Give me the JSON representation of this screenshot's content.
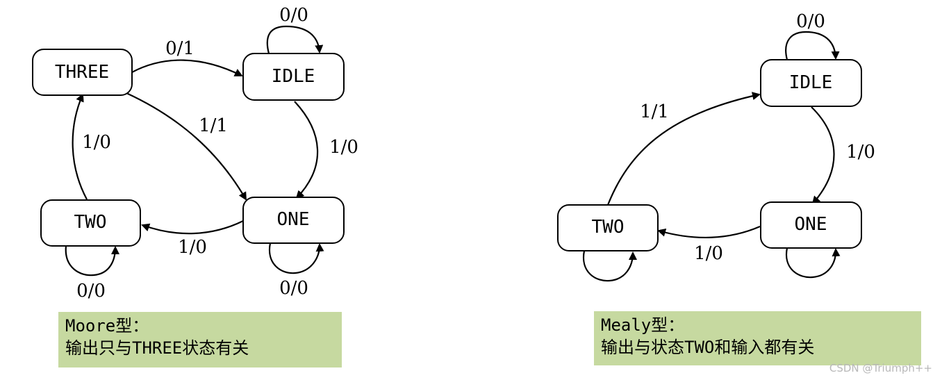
{
  "moore": {
    "states": {
      "three": "THREE",
      "idle": "IDLE",
      "one": "ONE",
      "two": "TWO"
    },
    "transitions": {
      "idle_self": "0/0",
      "three_to_idle": "0/1",
      "three_to_one": "1/1",
      "idle_to_one": "1/0",
      "two_to_three": "1/0",
      "one_to_two": "1/0",
      "two_self": "0/0",
      "one_self": "0/0"
    },
    "note": {
      "title": "Moore型：",
      "body": "输出只与THREE状态有关"
    }
  },
  "mealy": {
    "states": {
      "idle": "IDLE",
      "one": "ONE",
      "two": "TWO"
    },
    "transitions": {
      "idle_self": "0/0",
      "two_to_idle": "1/1",
      "idle_to_one": "1/0",
      "one_to_two": "1/0"
    },
    "note": {
      "title": "Mealy型：",
      "body": "输出与状态TWO和输入都有关"
    }
  },
  "watermark": "CSDN @Triumph++"
}
